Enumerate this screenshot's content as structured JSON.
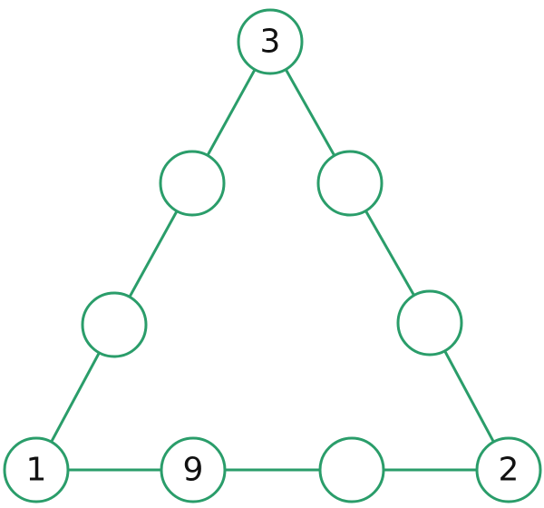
{
  "colors": {
    "stroke": "#2a9d6a",
    "text": "#111111",
    "background": "#ffffff"
  },
  "nodes": [
    {
      "id": "top",
      "value": "3"
    },
    {
      "id": "left-upper",
      "value": ""
    },
    {
      "id": "right-upper",
      "value": ""
    },
    {
      "id": "left-lower",
      "value": ""
    },
    {
      "id": "right-lower",
      "value": ""
    },
    {
      "id": "bottom-left",
      "value": "1"
    },
    {
      "id": "bottom-mid-left",
      "value": "9"
    },
    {
      "id": "bottom-mid-right",
      "value": ""
    },
    {
      "id": "bottom-right",
      "value": "2"
    }
  ]
}
